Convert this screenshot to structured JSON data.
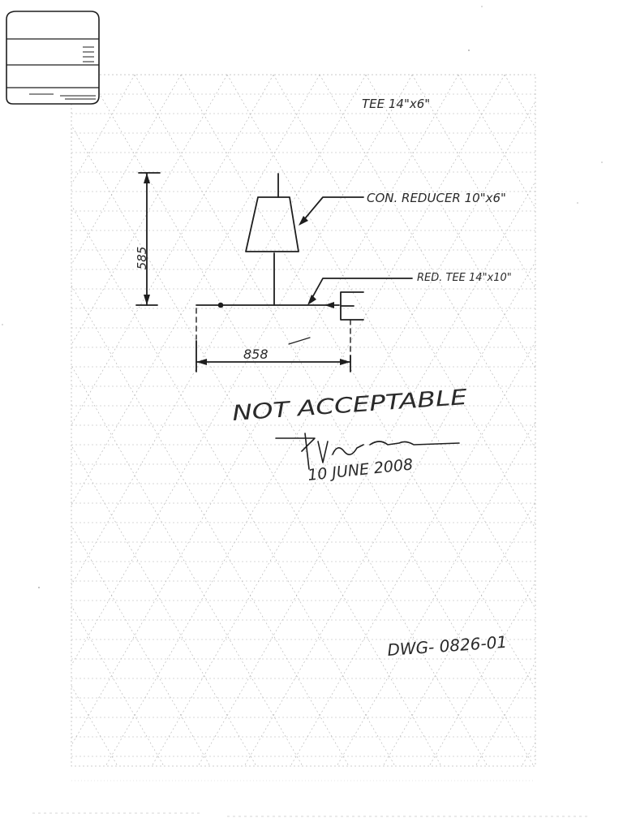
{
  "labels": {
    "tee": "TEE 14\"x6\"",
    "con_reducer": "CON. REDUCER 10\"x6\"",
    "red_tee": "RED. TEE 14\"x10\"",
    "dim_vertical": "585",
    "dim_horizontal": "858",
    "status": "NOT ACCEPTABLE",
    "date": "10 JUNE 2008",
    "drawing_number": "DWG- 0826-01"
  },
  "colors": {
    "ink": "#1e1e1e",
    "grid": "#9a9a9a",
    "scan_dots": "#b0b0b0"
  }
}
